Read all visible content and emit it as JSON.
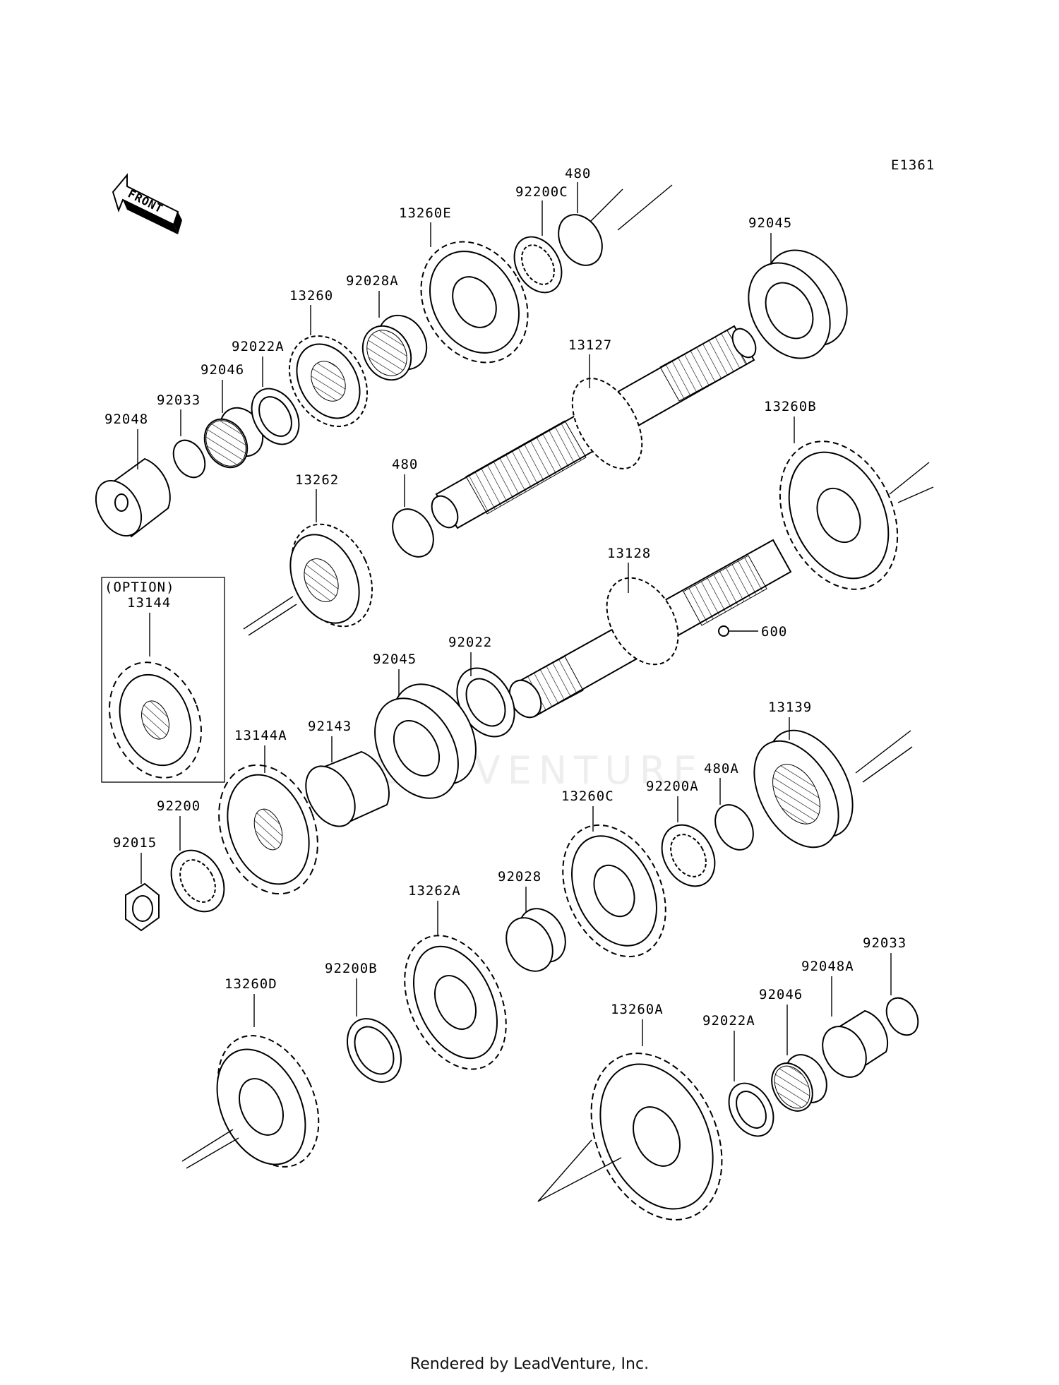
{
  "diagram_code": "E1361",
  "front_arrow_label": "FRONT",
  "option_label": "(OPTION)",
  "watermark": "LEADVENTURE",
  "footer": "Rendered by LeadVenture, Inc.",
  "parts": [
    {
      "id": "92200C",
      "name": "lock-washer"
    },
    {
      "id": "480",
      "name": "circlip"
    },
    {
      "id": "13260E",
      "name": "gear"
    },
    {
      "id": "92045",
      "name": "ball-bearing"
    },
    {
      "id": "92028A",
      "name": "bushing"
    },
    {
      "id": "13260",
      "name": "gear"
    },
    {
      "id": "92022A",
      "name": "washer"
    },
    {
      "id": "92046",
      "name": "needle-bearing"
    },
    {
      "id": "92033",
      "name": "circlip"
    },
    {
      "id": "92048",
      "name": "collar"
    },
    {
      "id": "13127",
      "name": "input-shaft"
    },
    {
      "id": "13260B",
      "name": "gear"
    },
    {
      "id": "13262",
      "name": "gear"
    },
    {
      "id": "480",
      "name": "circlip"
    },
    {
      "id": "13128",
      "name": "output-shaft"
    },
    {
      "id": "600",
      "name": "ball"
    },
    {
      "id": "13144",
      "name": "sprocket-option"
    },
    {
      "id": "92022",
      "name": "washer"
    },
    {
      "id": "92045",
      "name": "ball-bearing"
    },
    {
      "id": "92143",
      "name": "collar"
    },
    {
      "id": "13144A",
      "name": "sprocket"
    },
    {
      "id": "13139",
      "name": "gear"
    },
    {
      "id": "480A",
      "name": "circlip"
    },
    {
      "id": "92200A",
      "name": "lock-washer"
    },
    {
      "id": "13260C",
      "name": "gear"
    },
    {
      "id": "92200",
      "name": "lock-washer"
    },
    {
      "id": "92015",
      "name": "nut"
    },
    {
      "id": "92028",
      "name": "bushing"
    },
    {
      "id": "13262A",
      "name": "gear"
    },
    {
      "id": "92033",
      "name": "circlip"
    },
    {
      "id": "92048A",
      "name": "collar"
    },
    {
      "id": "92046",
      "name": "needle-bearing"
    },
    {
      "id": "13260D",
      "name": "gear"
    },
    {
      "id": "92200B",
      "name": "washer"
    },
    {
      "id": "13260A",
      "name": "gear"
    },
    {
      "id": "92022A",
      "name": "washer"
    }
  ]
}
